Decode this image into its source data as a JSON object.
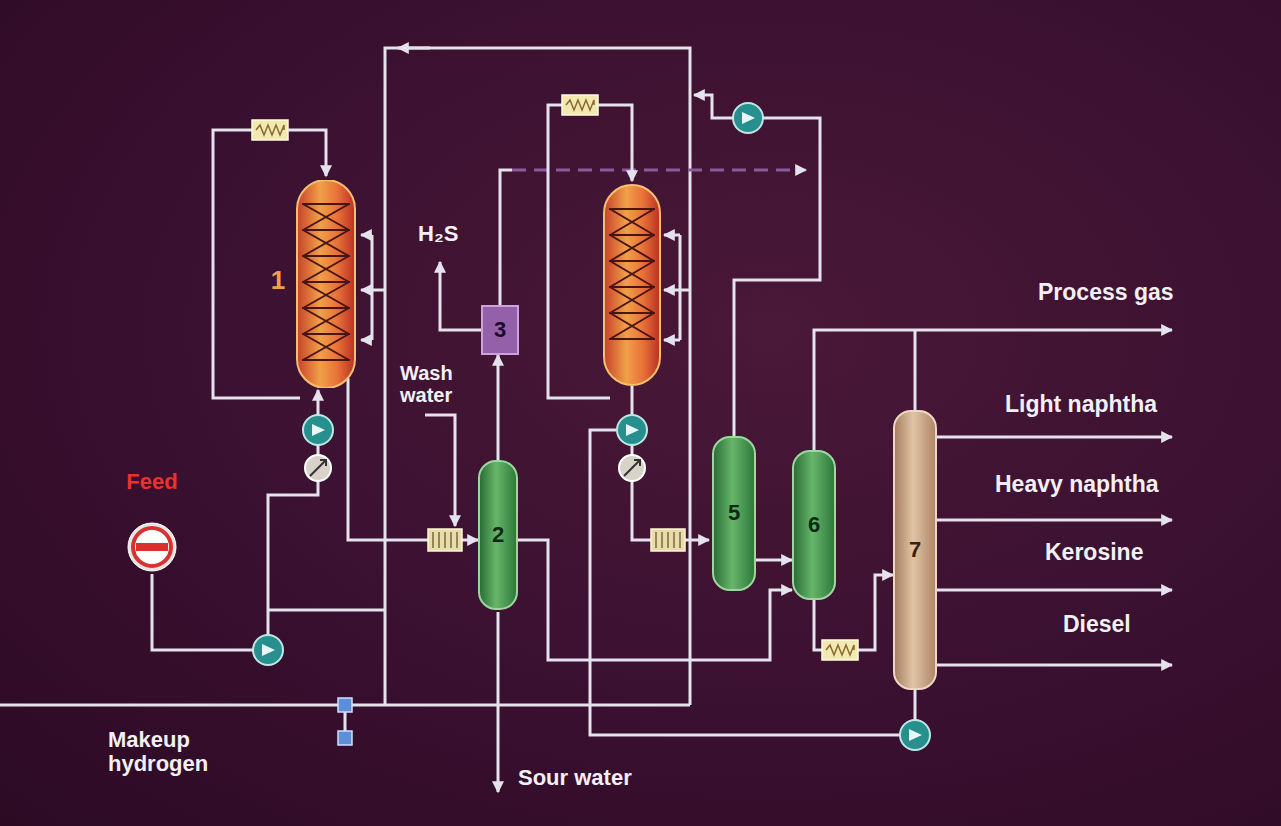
{
  "diagram": {
    "nodes": [
      {
        "text": [
          "Feed"
        ]
      },
      {
        "text": [
          "1"
        ]
      },
      {
        "text": [
          "3"
        ]
      },
      {
        "text": [
          "2"
        ]
      },
      {
        "text": [
          "5"
        ]
      },
      {
        "text": [
          "6"
        ]
      },
      {
        "text": [
          "7"
        ]
      }
    ],
    "edges": [
      {
        "from": 0,
        "to": 1,
        "arrow": "to"
      },
      {
        "from": 1,
        "to": 3,
        "arrow": "to"
      },
      {
        "from": 3,
        "to": 2,
        "arrow": "to"
      },
      {
        "from": 3,
        "to": 5,
        "arrow": "to"
      },
      {
        "from": 4,
        "to": 5,
        "arrow": "to"
      },
      {
        "from": 5,
        "to": 6,
        "arrow": "to"
      }
    ],
    "labels": [
      "H₂S",
      "Wash water",
      "Process gas",
      "Light naphtha",
      "Heavy naphtha",
      "Kerosine",
      "Diesel",
      "Makeup hydrogen",
      "Sour water"
    ]
  }
}
